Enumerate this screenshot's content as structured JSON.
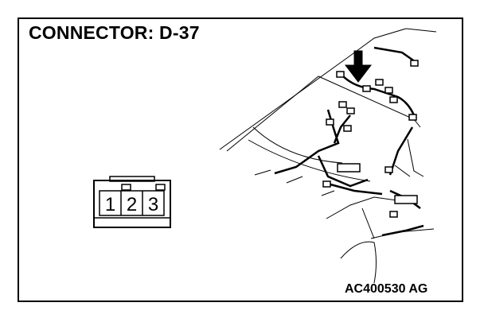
{
  "title": "CONNECTOR: D-37",
  "figure_code": "AC400530 AG",
  "connector": {
    "pins": [
      "1",
      "2",
      "3"
    ]
  },
  "icons": {
    "arrow": "down-arrow-icon"
  },
  "colors": {
    "line": "#000000",
    "background": "#ffffff"
  }
}
